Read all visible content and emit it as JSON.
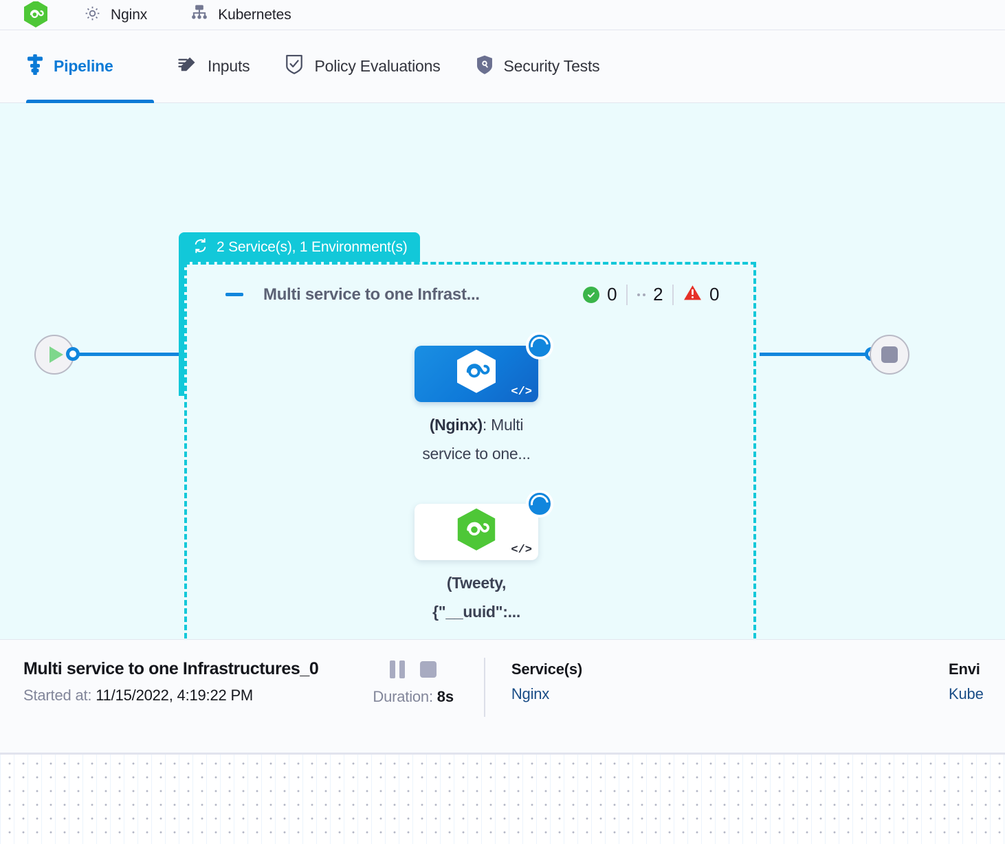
{
  "topbar": {
    "items": [
      {
        "icon": "hexagon-green-logo-icon",
        "label": ""
      },
      {
        "icon": "gear-icon",
        "label": "Nginx"
      },
      {
        "icon": "kubernetes-icon",
        "label": "Kubernetes"
      }
    ]
  },
  "tabs": [
    {
      "id": "pipeline",
      "label": "Pipeline",
      "icon": "pipeline-icon",
      "active": true
    },
    {
      "id": "inputs",
      "label": "Inputs",
      "icon": "inputs-pencil-icon",
      "active": false
    },
    {
      "id": "policy",
      "label": "Policy Evaluations",
      "icon": "policy-shield-check-icon",
      "active": false
    },
    {
      "id": "security",
      "label": "Security Tests",
      "icon": "security-shield-icon",
      "active": false
    }
  ],
  "canvas": {
    "group": {
      "badge_label": "2 Service(s), 1 Environment(s)",
      "badge_icon": "loop-repeat-icon",
      "title": "Multi service to one Infrast...",
      "collapse_icon": "collapse-dash-icon",
      "status": {
        "success_label": "0",
        "running_label": "2",
        "failed_label": "0"
      }
    },
    "start_node": {
      "icon": "play-icon",
      "name": "start-node"
    },
    "end_node": {
      "icon": "stop-icon",
      "name": "end-node"
    },
    "nodes": [
      {
        "id": "node-nginx",
        "icon": "hexagon-infinity-icon",
        "badge": "running-spinner-icon",
        "code_glyph": "</>",
        "label_bold": "(Nginx)",
        "label_rest": ": Multi",
        "label_line2": "service to one...",
        "style": "blue"
      },
      {
        "id": "node-tweety",
        "icon": "hexagon-infinity-green-icon",
        "badge": "running-spinner-icon",
        "code_glyph": "</>",
        "label_line1": "(Tweety,",
        "label_line2": "{\"__uuid\":...",
        "style": "white"
      }
    ]
  },
  "detail": {
    "title": "Multi service to one Infrastructures_0",
    "started_label": "Started at:",
    "started_value": "11/15/2022, 4:19:22 PM",
    "pause_icon": "pause-icon",
    "stop_icon": "stop-icon",
    "duration_label": "Duration:",
    "duration_value": "8s",
    "services": {
      "heading": "Service(s)",
      "value": "Nginx"
    },
    "environments": {
      "heading": "Envi",
      "value": "Kube"
    }
  },
  "colors": {
    "accent_blue": "#0b7ad6",
    "teal": "#12c8d9",
    "canvas_bg": "#ebfbfd",
    "green": "#3ab54a",
    "red": "#e53027"
  }
}
